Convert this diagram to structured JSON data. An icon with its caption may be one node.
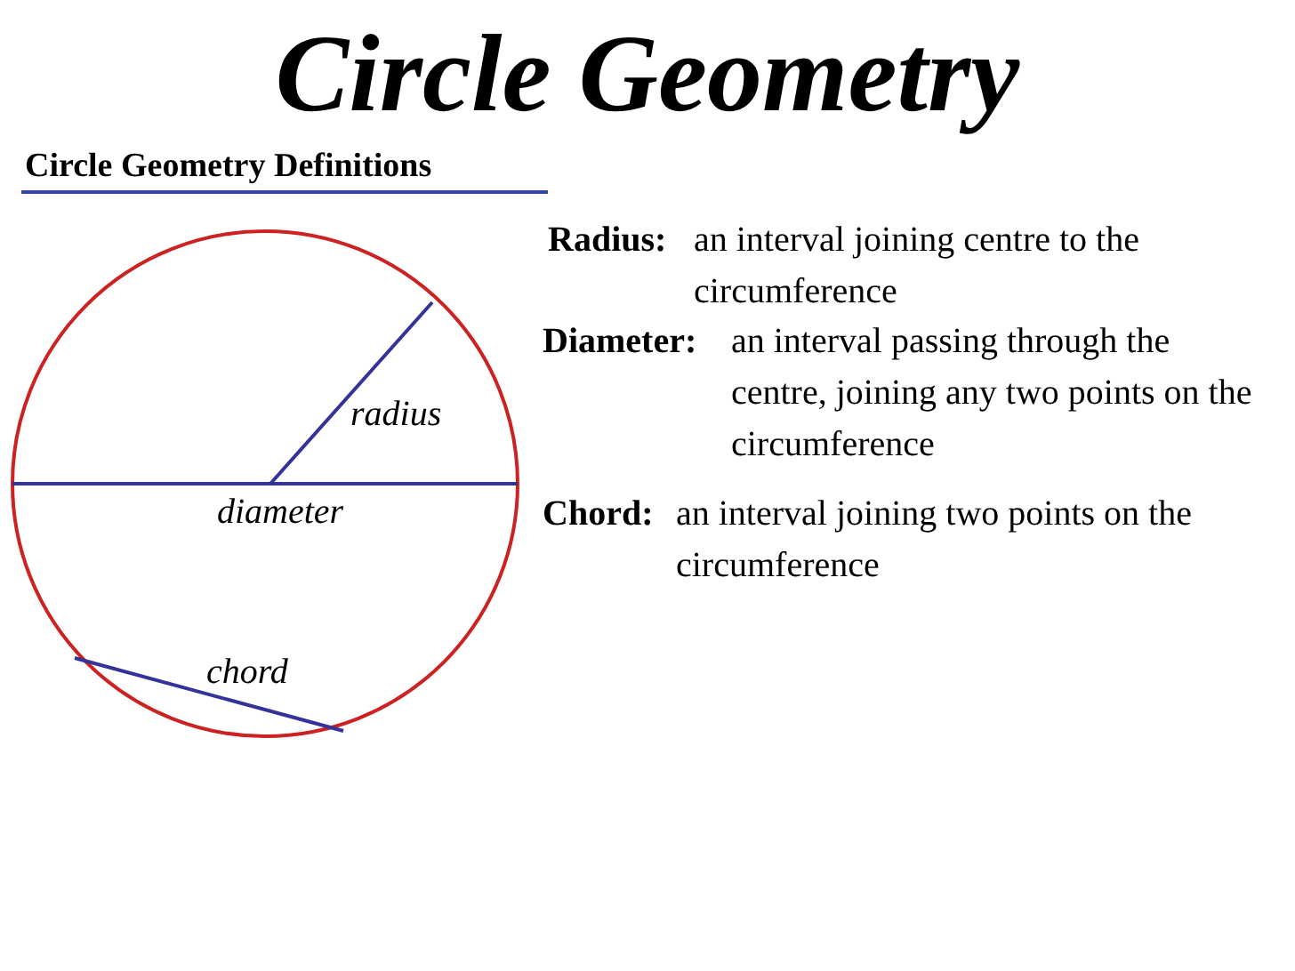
{
  "diagram": {
    "title": "Circle Geometry",
    "labels": [
      "Circle Geometry Definitions",
      "Radius:",
      "an interval joining centre to the circumference",
      "radius",
      "Diameter:",
      "an interval passing through the centre, joining any two points on the circumference",
      "diameter",
      "Chord:",
      "an interval joining two points on the circumference",
      "chord"
    ]
  }
}
